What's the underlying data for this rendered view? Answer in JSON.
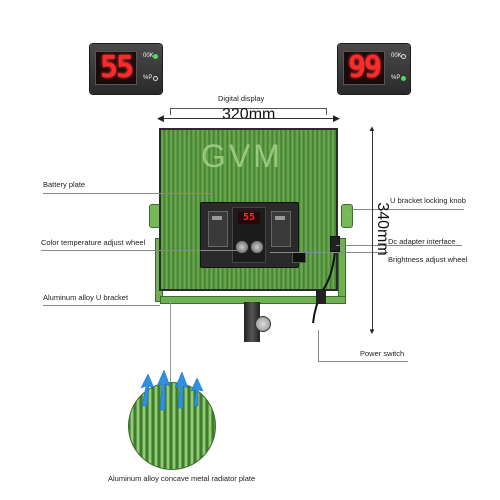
{
  "displays": [
    {
      "digits": "55",
      "top_label": "00K",
      "bottom_label": "%P",
      "active": "top"
    },
    {
      "digits": "99",
      "top_label": "00K",
      "bottom_label": "%P",
      "active": "bottom"
    }
  ],
  "panel": {
    "logo": "GVM",
    "mini_digits": "55"
  },
  "dimensions": {
    "width": "320mm",
    "height": "340mm"
  },
  "labels": {
    "digital_display": "Digital  display",
    "battery_plate": "Battery plate",
    "color_temp_wheel": "Color temperature adjust wheel",
    "aluminum_bracket": "Aluminum alloy U bracket",
    "u_bracket_knob": "U bracket locking knob",
    "dc_adapter": "Dc adapter interface",
    "brightness_wheel": "Brightness adjust wheel",
    "power_switch": "Power switch",
    "radiator_plate": "Aluminum alloy concave metal radiator plate"
  },
  "colors": {
    "panel_green": "#6fb052",
    "display_red": "#ff2a2a",
    "indicator_on": "#55d860",
    "arrow_blue": "#2f8fe0"
  }
}
